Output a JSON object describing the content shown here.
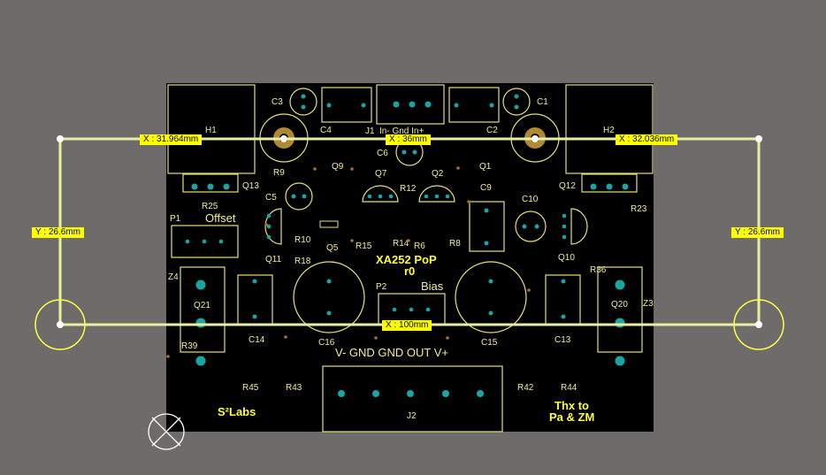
{
  "board": {
    "title": "XA252 PoP",
    "revision": "r0",
    "logo": "S²Labs",
    "credit_line1": "Thx to",
    "credit_line2": "Pa & ZM",
    "labels": {
      "H1": "H1",
      "H2": "H2",
      "C3": "C3",
      "C4": "C4",
      "C1": "C1",
      "C2": "C2",
      "J1": "J1",
      "J1_pins": "In- Gnd In+",
      "C6": "C6",
      "R9": "R9",
      "Q9": "Q9",
      "Q7": "Q7",
      "Q2": "Q2",
      "Q1": "Q1",
      "R12": "R12",
      "C9": "C9",
      "C10": "C10",
      "Q13": "Q13",
      "Q12": "Q12",
      "R25": "R25",
      "R23": "R23",
      "C5": "C5",
      "P1": "P1",
      "Offset": "Offset",
      "R10": "R10",
      "R18": "R18",
      "Q5": "Q5",
      "R15": "R15",
      "R14": "R14",
      "R6": "R6",
      "R8": "R8",
      "Q11": "Q11",
      "Q10": "Q10",
      "R36": "R36",
      "Z4": "Z4",
      "Z3": "Z3",
      "Q21": "Q21",
      "Q20": "Q20",
      "P2": "P2",
      "Bias": "Bias",
      "C14": "C14",
      "C16": "C16",
      "C15": "C15",
      "C13": "C13",
      "R39": "R39",
      "R45": "R45",
      "R43": "R43",
      "R42": "R42",
      "R44": "R44",
      "J2": "J2",
      "J2_pins": "V-   GND  GND  OUT   V+"
    }
  },
  "measurements": {
    "top_left": "X : 31.964mm",
    "top_center": "X : 36mm",
    "top_right": "X : 32.036mm",
    "left": "Y : 26.6mm",
    "right": "Y : 26.6mm",
    "bottom": "X : 100mm"
  },
  "colors": {
    "background": "#6e6b6b",
    "board": "#000000",
    "silkscreen": "#e6e07a",
    "pad": "#1aa5a5",
    "measure_tag": "#ffff00"
  },
  "icons": {
    "origin": "origin-crosshair-icon"
  }
}
